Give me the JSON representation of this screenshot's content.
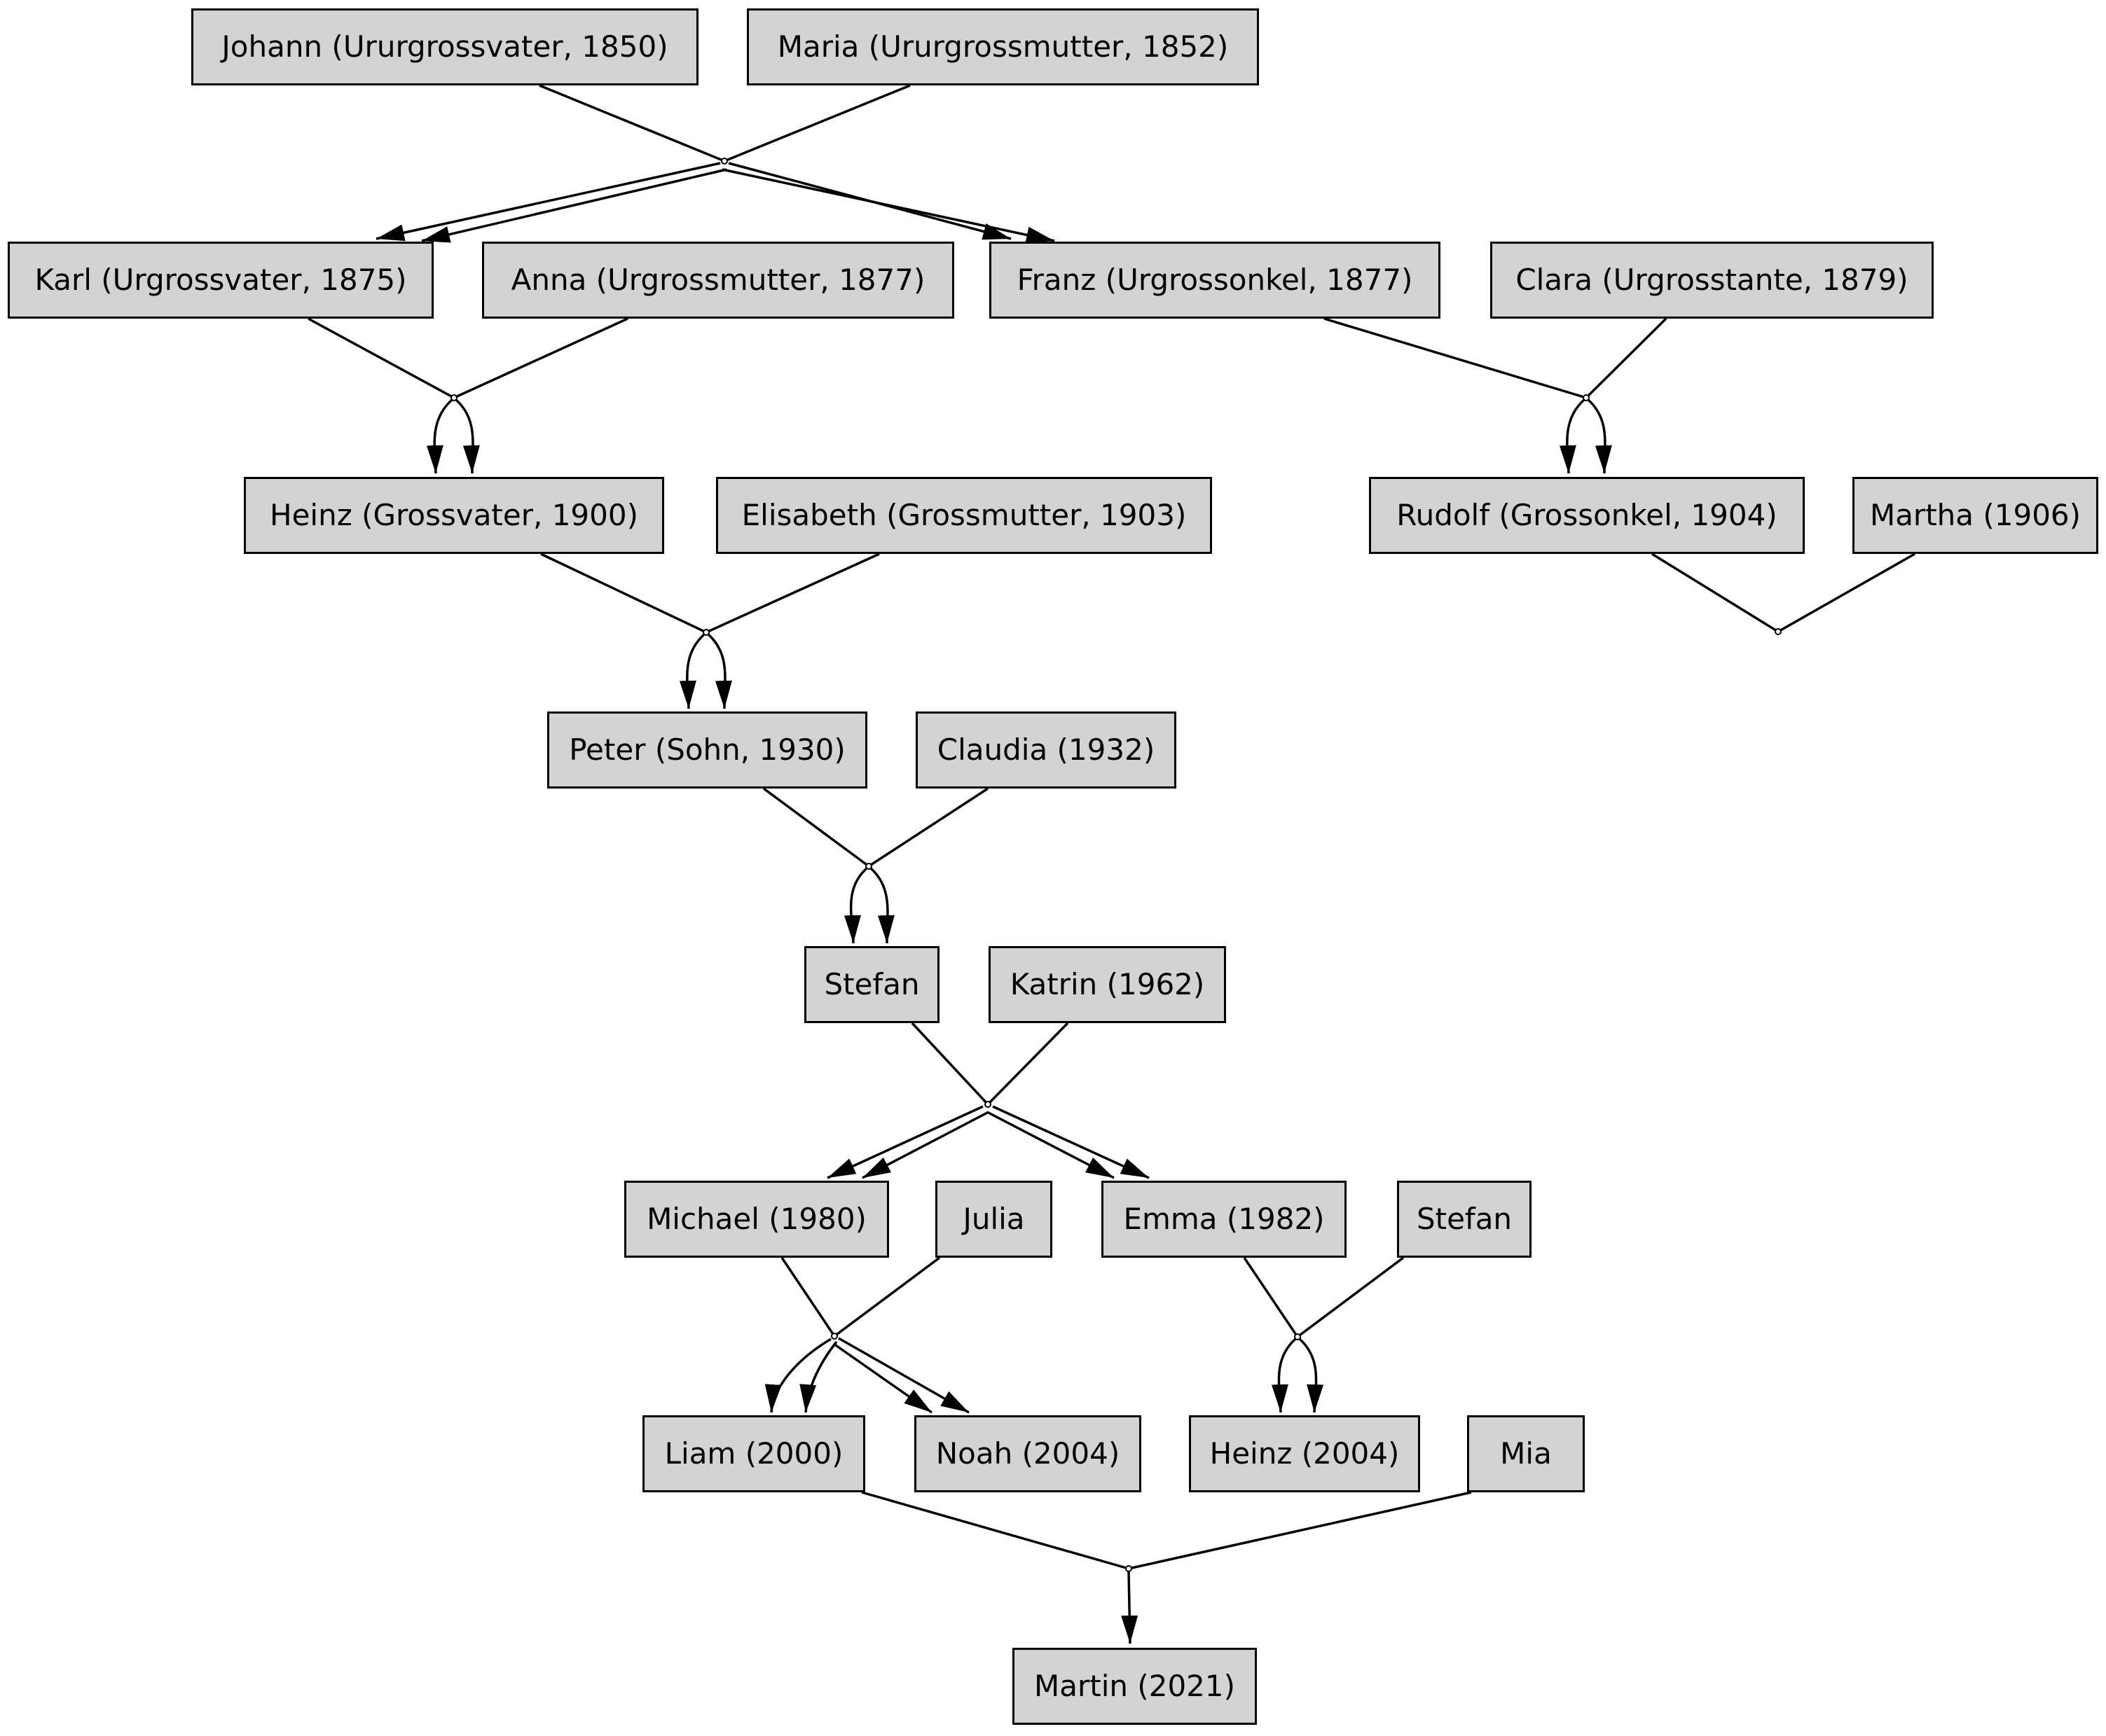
{
  "diagram": {
    "type": "family-tree-graph",
    "background_color": "#ffffff",
    "node_fill_color": "#d3d3d3",
    "node_border_color": "#000000",
    "edge_color": "#000000",
    "nodes": {
      "johann": {
        "label": "Johann (Ururgrossvater, 1850)"
      },
      "maria": {
        "label": "Maria (Ururgrossmutter, 1852)"
      },
      "karl": {
        "label": "Karl (Urgrossvater, 1875)"
      },
      "anna": {
        "label": "Anna (Urgrossmutter, 1877)"
      },
      "franz": {
        "label": "Franz (Urgrossonkel, 1877)"
      },
      "clara": {
        "label": "Clara (Urgrosstante, 1879)"
      },
      "heinz": {
        "label": "Heinz (Grossvater, 1900)"
      },
      "elisabeth": {
        "label": "Elisabeth (Grossmutter, 1903)"
      },
      "rudolf": {
        "label": "Rudolf (Grossonkel, 1904)"
      },
      "martha": {
        "label": "Martha (1906)"
      },
      "peter": {
        "label": "Peter (Sohn, 1930)"
      },
      "claudia": {
        "label": "Claudia (1932)"
      },
      "stefan": {
        "label": "Stefan"
      },
      "katrin": {
        "label": "Katrin (1962)"
      },
      "michael": {
        "label": "Michael (1980)"
      },
      "julia": {
        "label": "Julia"
      },
      "emma": {
        "label": "Emma (1982)"
      },
      "stefan2": {
        "label": "Stefan"
      },
      "liam": {
        "label": "Liam (2000)"
      },
      "noah": {
        "label": "Noah (2004)"
      },
      "heinz2004": {
        "label": "Heinz (2004)"
      },
      "mia": {
        "label": "Mia"
      },
      "martin": {
        "label": "Martin (2021)"
      }
    },
    "families": [
      {
        "parents": [
          "johann",
          "maria"
        ],
        "children": [
          "karl",
          "franz"
        ]
      },
      {
        "parents": [
          "karl",
          "anna"
        ],
        "children": [
          "heinz"
        ]
      },
      {
        "parents": [
          "franz",
          "clara"
        ],
        "children": [
          "rudolf"
        ]
      },
      {
        "parents": [
          "heinz",
          "elisabeth"
        ],
        "children": [
          "peter"
        ]
      },
      {
        "parents": [
          "rudolf",
          "martha"
        ],
        "children": []
      },
      {
        "parents": [
          "peter",
          "claudia"
        ],
        "children": [
          "stefan"
        ]
      },
      {
        "parents": [
          "stefan",
          "katrin"
        ],
        "children": [
          "michael",
          "emma"
        ]
      },
      {
        "parents": [
          "michael",
          "julia"
        ],
        "children": [
          "liam",
          "noah"
        ]
      },
      {
        "parents": [
          "emma",
          "stefan2"
        ],
        "children": [
          "heinz2004"
        ]
      },
      {
        "parents": [
          "liam",
          "mia"
        ],
        "children": [
          "martin"
        ]
      }
    ]
  }
}
